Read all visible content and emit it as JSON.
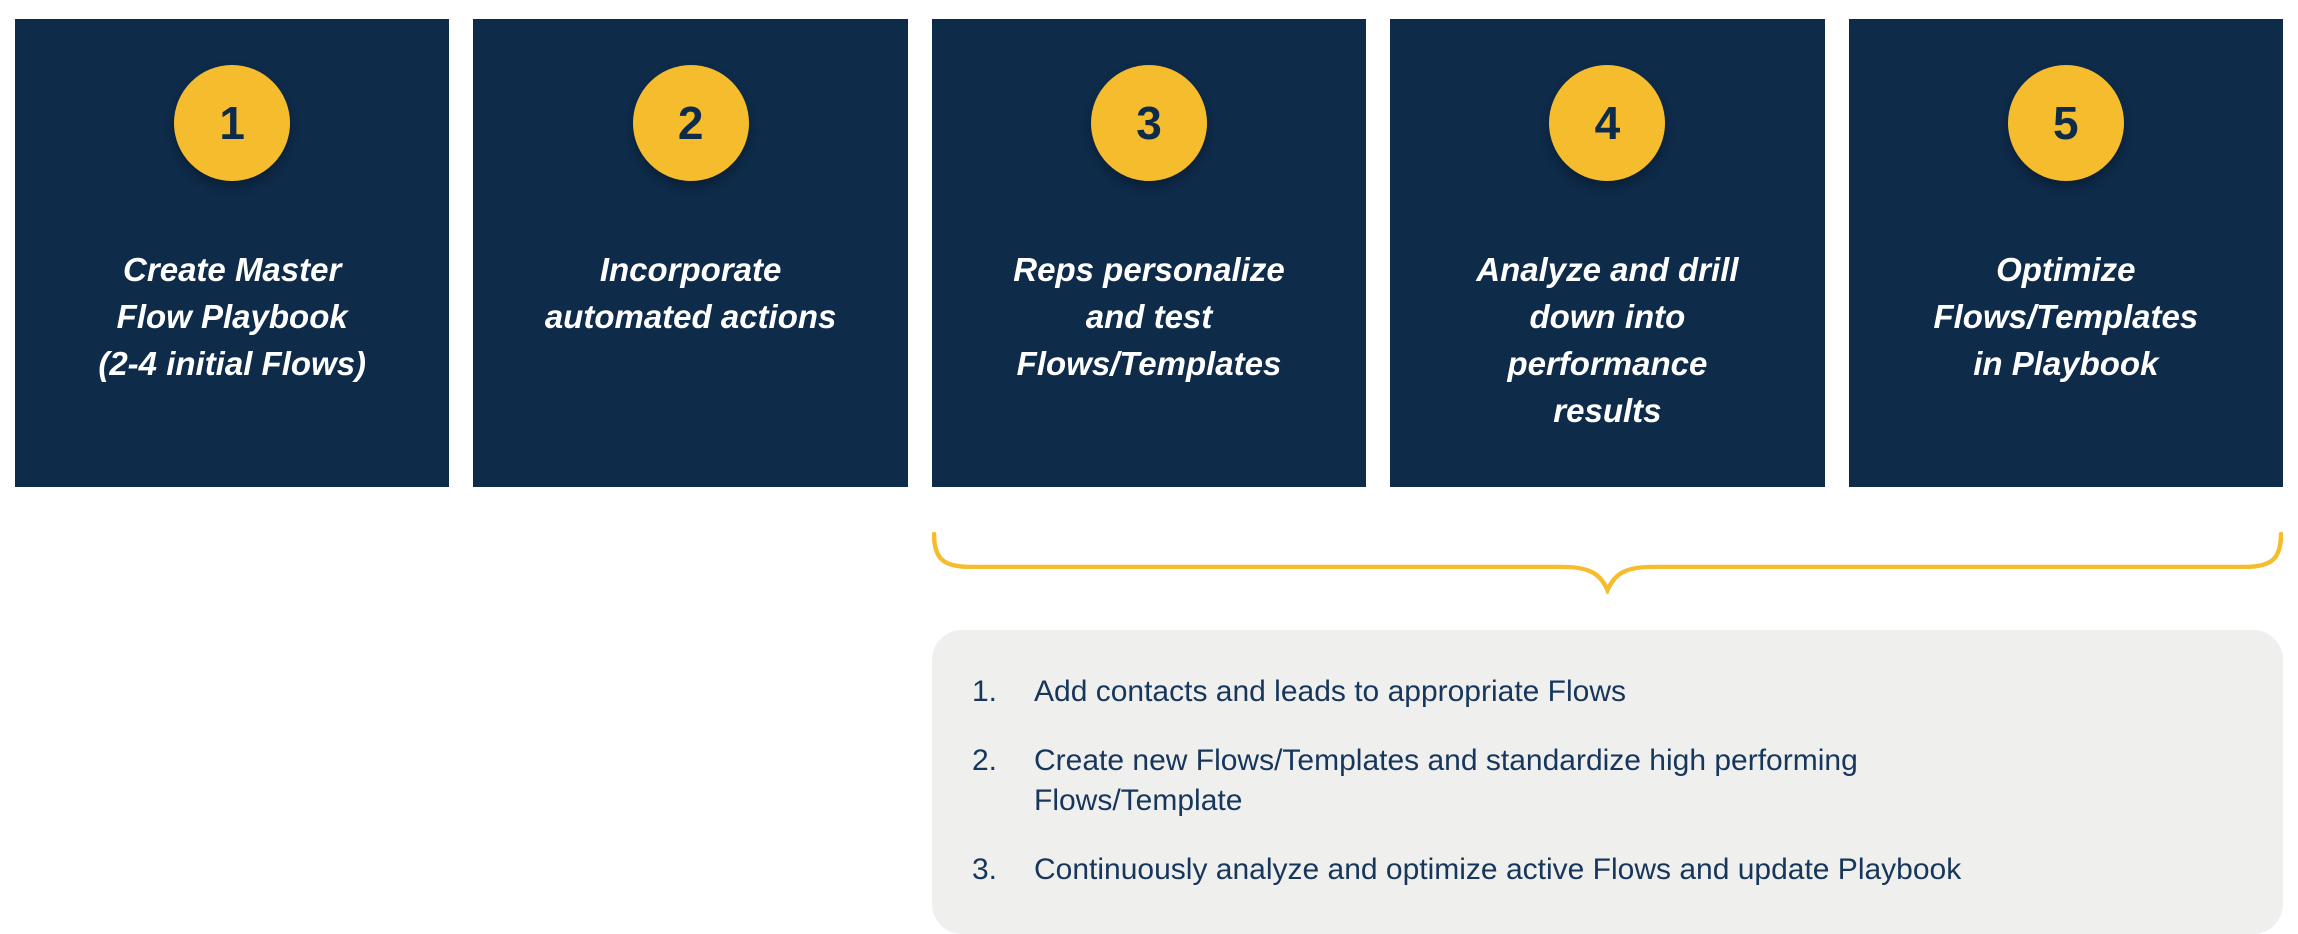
{
  "colors": {
    "navy": "#0e2b4a",
    "yellow": "#f5bd2d",
    "gray": "#efefed",
    "text-navy": "#16365b"
  },
  "steps": [
    {
      "number": "1",
      "label": "Create Master\nFlow Playbook\n(2-4 initial Flows)"
    },
    {
      "number": "2",
      "label": "Incorporate\nautomated actions"
    },
    {
      "number": "3",
      "label": "Reps personalize\nand test\nFlows/Templates"
    },
    {
      "number": "4",
      "label": "Analyze and drill\ndown into\nperformance\nresults"
    },
    {
      "number": "5",
      "label": "Optimize\nFlows/Templates\nin Playbook"
    }
  ],
  "callout": {
    "items": [
      {
        "num": "1.",
        "text": "Add contacts and leads to appropriate Flows"
      },
      {
        "num": "2.",
        "text": "Create new Flows/Templates and standardize high performing\nFlows/Template"
      },
      {
        "num": "3.",
        "text": "Continuously analyze and optimize active Flows and update Playbook"
      }
    ]
  }
}
